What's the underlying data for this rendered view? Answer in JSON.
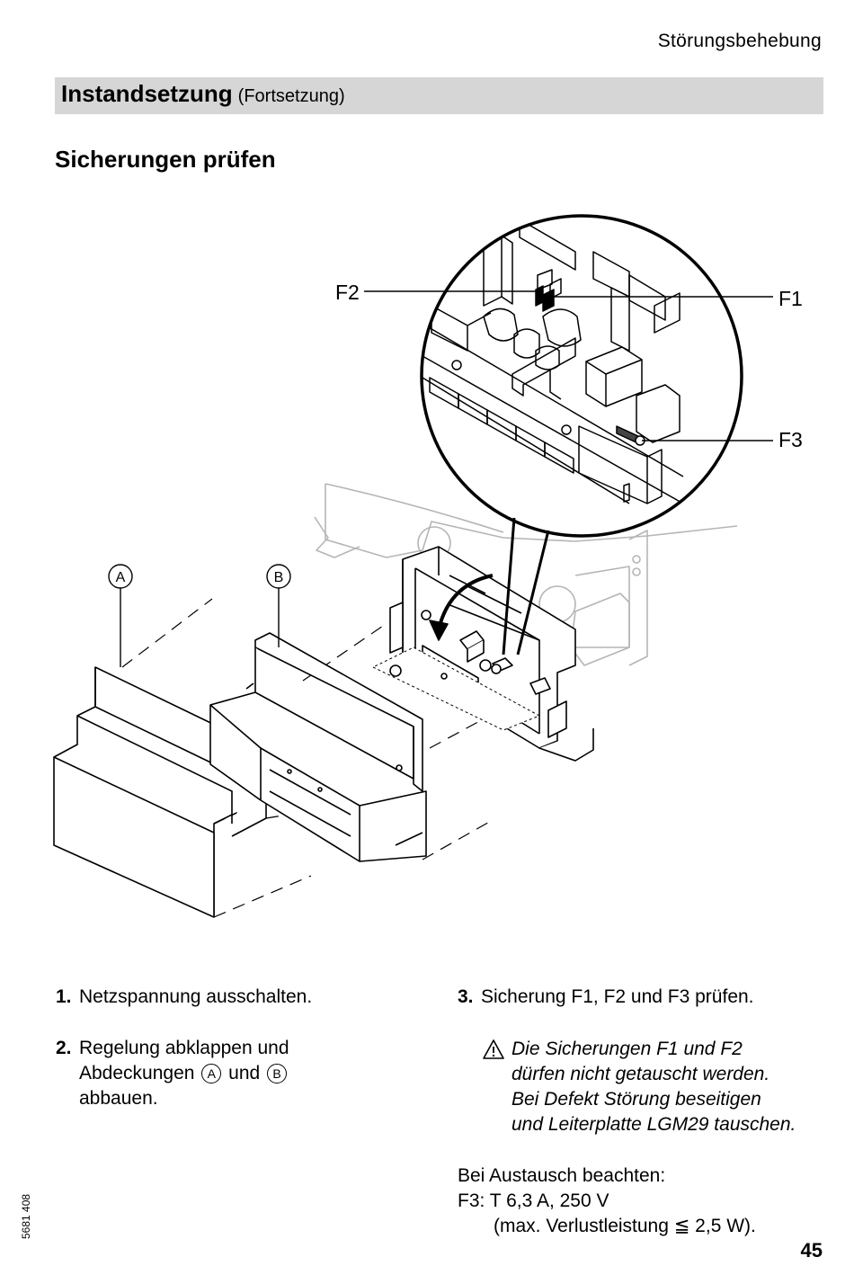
{
  "header": {
    "section": "Störungsbehebung"
  },
  "title": {
    "main": "Instandsetzung",
    "sub": "(Fortsetzung)"
  },
  "subheading": "Sicherungen prüfen",
  "figure": {
    "labels": {
      "f1": "F1",
      "f2": "F2",
      "f3": "F3",
      "a": "A",
      "b": "B"
    }
  },
  "steps": [
    {
      "num": "1.",
      "text": "Netzspannung ausschalten."
    },
    {
      "num": "2.",
      "line1": "Regelung abklappen und",
      "line2a": "Abdeckungen",
      "circle_a": "A",
      "line2b": "und",
      "circle_b": "B",
      "line3": "abbauen."
    },
    {
      "num": "3.",
      "text": "Sicherung F1, F2 und F3 prüfen."
    }
  ],
  "warning": {
    "icon": "warning-triangle-icon",
    "lines": [
      "Die Sicherungen F1 und F2",
      "dürfen nicht getauscht werden.",
      "Bei Defekt Störung beseitigen",
      "und Leiterplatte LGM29 tauschen."
    ]
  },
  "replace_notes": {
    "line1": "Bei Austausch beachten:",
    "line2": "F3: T 6,3 A, 250 V",
    "line3": "(max. Verlustleistung ≦ 2,5 W)."
  },
  "footer": {
    "doc_number": "5681 408",
    "page_number": "45"
  }
}
